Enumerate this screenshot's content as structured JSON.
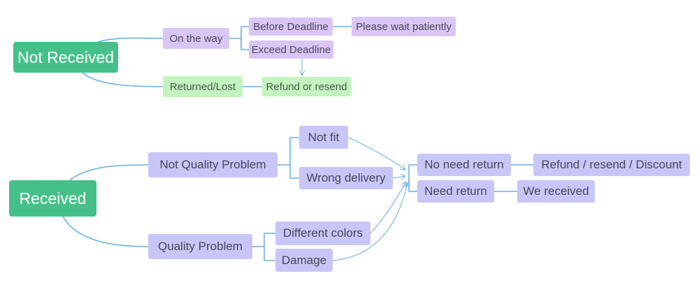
{
  "colors": {
    "root": "#45c088",
    "lavender": "#d9c6f5",
    "green": "#c3f4bf",
    "periwinkle": "#c8c6f7",
    "line": "#6aaee0"
  },
  "top": {
    "root": "Not Received",
    "on_the_way": "On the way",
    "before_deadline": "Before Deadline",
    "please_wait": "Please wait patiently",
    "exceed_deadline": "Exceed Deadline",
    "returned_lost": "Returned/Lost",
    "refund_or_resend": "Refund or resend"
  },
  "bottom": {
    "root": "Received",
    "not_quality_problem": "Not Quality Problem",
    "not_fit": "Not fit",
    "wrong_delivery": "Wrong delivery",
    "quality_problem": "Quality Problem",
    "different_colors": "Different colors",
    "damage": "Damage",
    "no_need_return": "No need return",
    "refund_resend_discount": "Refund / resend / Discount",
    "need_return": "Need return",
    "we_received": "We received"
  }
}
